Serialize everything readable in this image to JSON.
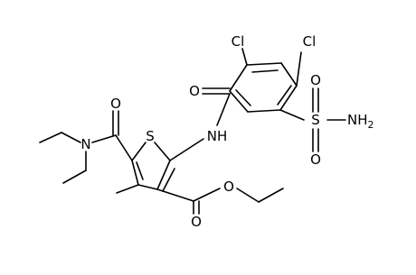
{
  "structure": {
    "atom_labels": {
      "sulfur_ring": "S",
      "amide_nh": "NH",
      "chlorine_2": "Cl",
      "chlorine_4": "Cl",
      "benzamide_oxygen": "O",
      "sulfonyl_oxygen_top": "O",
      "sulfonyl_oxygen_bottom": "O",
      "sulfonyl_sulfur": "S",
      "sulfonamide_nh2": "NH",
      "sulfonamide_subscript": "2",
      "diethylamide_oxygen": "O",
      "diethylamide_nitrogen": "N",
      "ester_carbonyl_oxygen": "O",
      "ester_oxygen": "O"
    }
  }
}
